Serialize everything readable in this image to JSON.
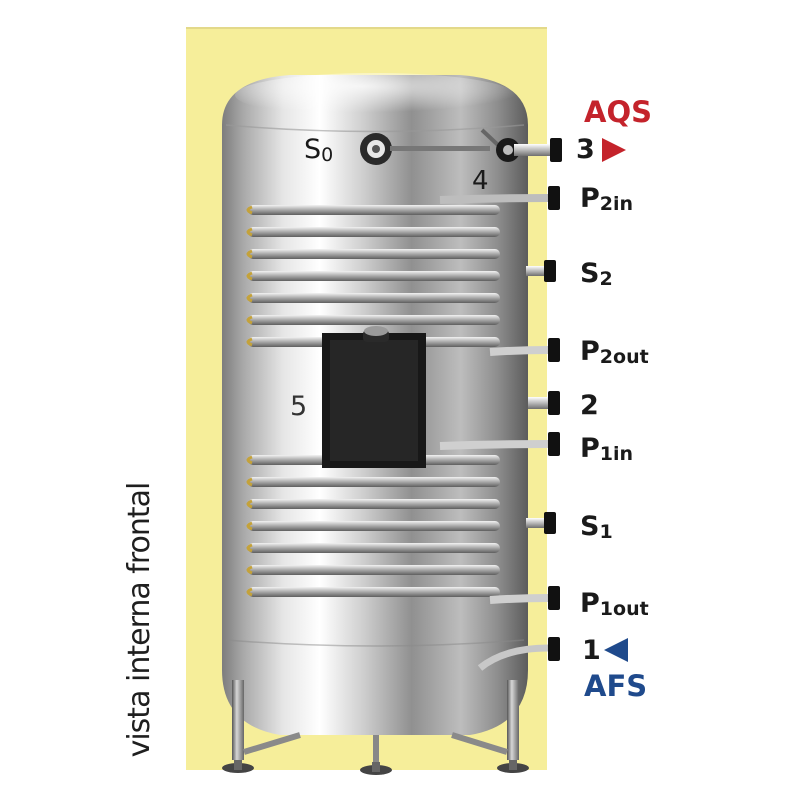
{
  "labels": {
    "aqs": "AQS",
    "afs": "AFS",
    "s0_main": "S",
    "s0_sub": "0",
    "n1": "1",
    "n2": "2",
    "n3": "3",
    "n4": "4",
    "n5": "5",
    "p2in_main": "P",
    "p2in_sub": "2in",
    "s2_main": "S",
    "s2_sub": "2",
    "p2out_main": "P",
    "p2out_sub": "2out",
    "p1in_main": "P",
    "p1in_sub": "1in",
    "s1_main": "S",
    "s1_sub": "1",
    "p1out_main": "P",
    "p1out_sub": "1out"
  },
  "caption": "vista interna frontal",
  "colors": {
    "insulation": "#f6ee9a",
    "aqs": "#c4232b",
    "afs": "#1f4a8c",
    "text": "#1a1a1a"
  },
  "icons": {
    "hot_outlet_arrow": "triangle-right",
    "cold_inlet_arrow": "triangle-left"
  }
}
